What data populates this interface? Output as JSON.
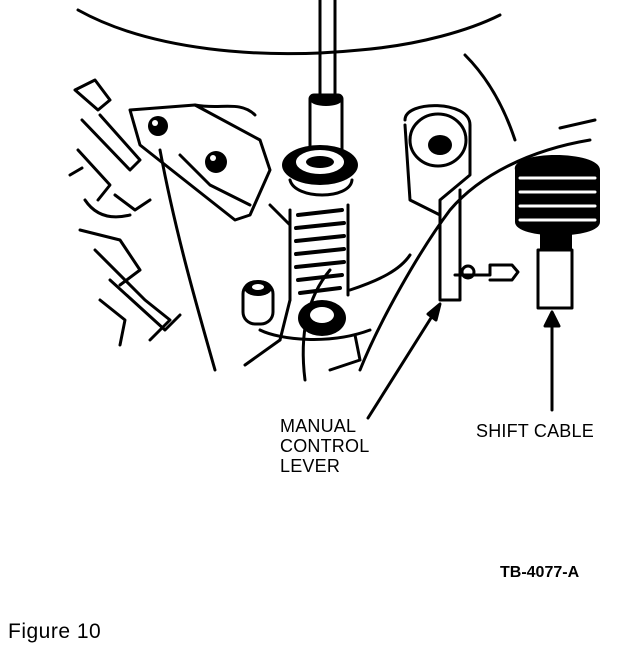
{
  "figure": {
    "caption": "Figure 10",
    "drawing_number": "TB-4077-A"
  },
  "callouts": {
    "manual_control_lever": [
      "MANUAL",
      "CONTROL",
      "LEVER"
    ],
    "shift_cable": "SHIFT CABLE"
  },
  "colors": {
    "ink": "#000000",
    "paper": "#ffffff"
  }
}
